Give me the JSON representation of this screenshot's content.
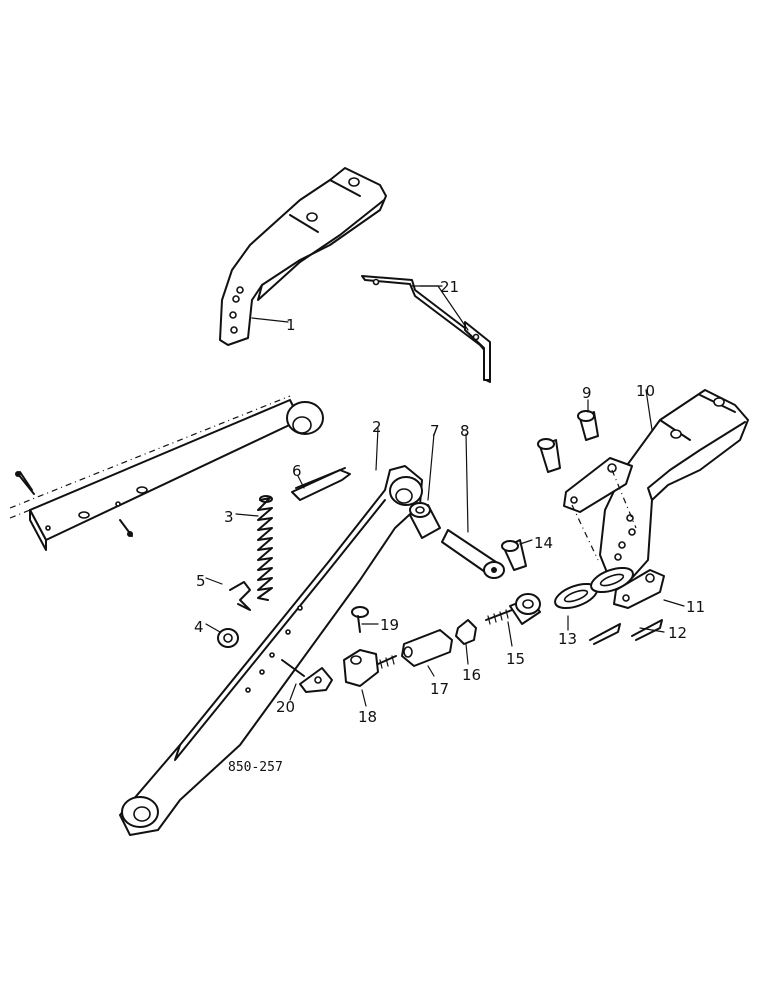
{
  "diagram": {
    "drawing_code": "850-257",
    "callouts": {
      "c1": "1",
      "c2": "2",
      "c3": "3",
      "c4": "4",
      "c5": "5",
      "c6": "6",
      "c7": "7",
      "c8": "8",
      "c9": "9",
      "c10": "10",
      "c11": "11",
      "c12": "12",
      "c13": "13",
      "c14": "14",
      "c15": "15",
      "c16": "16",
      "c17": "17",
      "c18": "18",
      "c19": "19",
      "c20": "20",
      "c21": "21"
    }
  }
}
